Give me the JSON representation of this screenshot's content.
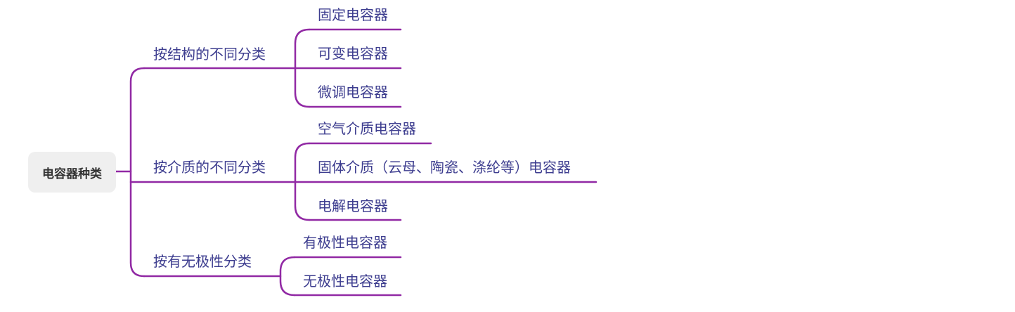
{
  "root": {
    "label": "电容器种类"
  },
  "branches": [
    {
      "label": "按结构的不同分类",
      "children": [
        "固定电容器",
        "可变电容器",
        "微调电容器"
      ]
    },
    {
      "label": "按介质的不同分类",
      "children": [
        "空气介质电容器",
        "固体介质（云母、陶瓷、涤纶等）电容器",
        "电解电容器"
      ]
    },
    {
      "label": "按有无极性分类",
      "children": [
        "有极性电容器",
        "无极性电容器"
      ]
    }
  ],
  "colors": {
    "connector": "#9129a4",
    "label_text": "#3d3d8f",
    "root_bg": "#efefef",
    "root_text": "#333333"
  }
}
